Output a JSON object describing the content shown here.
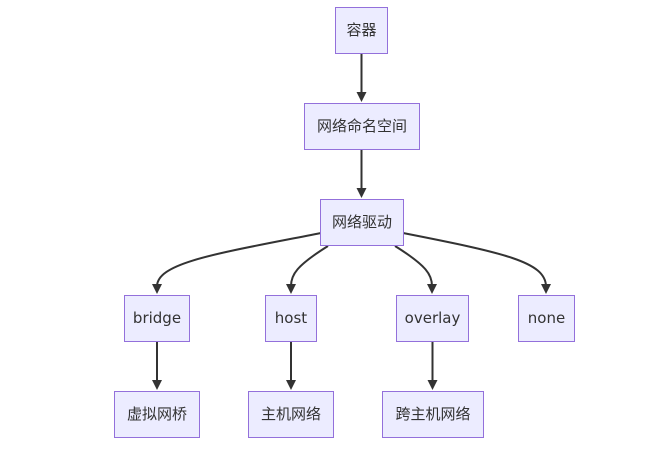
{
  "diagram": {
    "colors": {
      "node_fill": "#ECECFF",
      "node_border": "#9370DB",
      "edge": "#333333",
      "text": "#333333"
    },
    "nodes": {
      "container": "容器",
      "netns": "网络命名空间",
      "driver": "网络驱动",
      "bridge": "bridge",
      "host": "host",
      "overlay": "overlay",
      "none": "none",
      "bridge_desc": "虚拟网桥",
      "host_desc": "主机网络",
      "overlay_desc": "跨主机网络"
    },
    "edges": [
      {
        "from": "container",
        "to": "netns"
      },
      {
        "from": "netns",
        "to": "driver"
      },
      {
        "from": "driver",
        "to": "bridge"
      },
      {
        "from": "driver",
        "to": "host"
      },
      {
        "from": "driver",
        "to": "overlay"
      },
      {
        "from": "driver",
        "to": "none"
      },
      {
        "from": "bridge",
        "to": "bridge_desc"
      },
      {
        "from": "host",
        "to": "host_desc"
      },
      {
        "from": "overlay",
        "to": "overlay_desc"
      }
    ]
  }
}
